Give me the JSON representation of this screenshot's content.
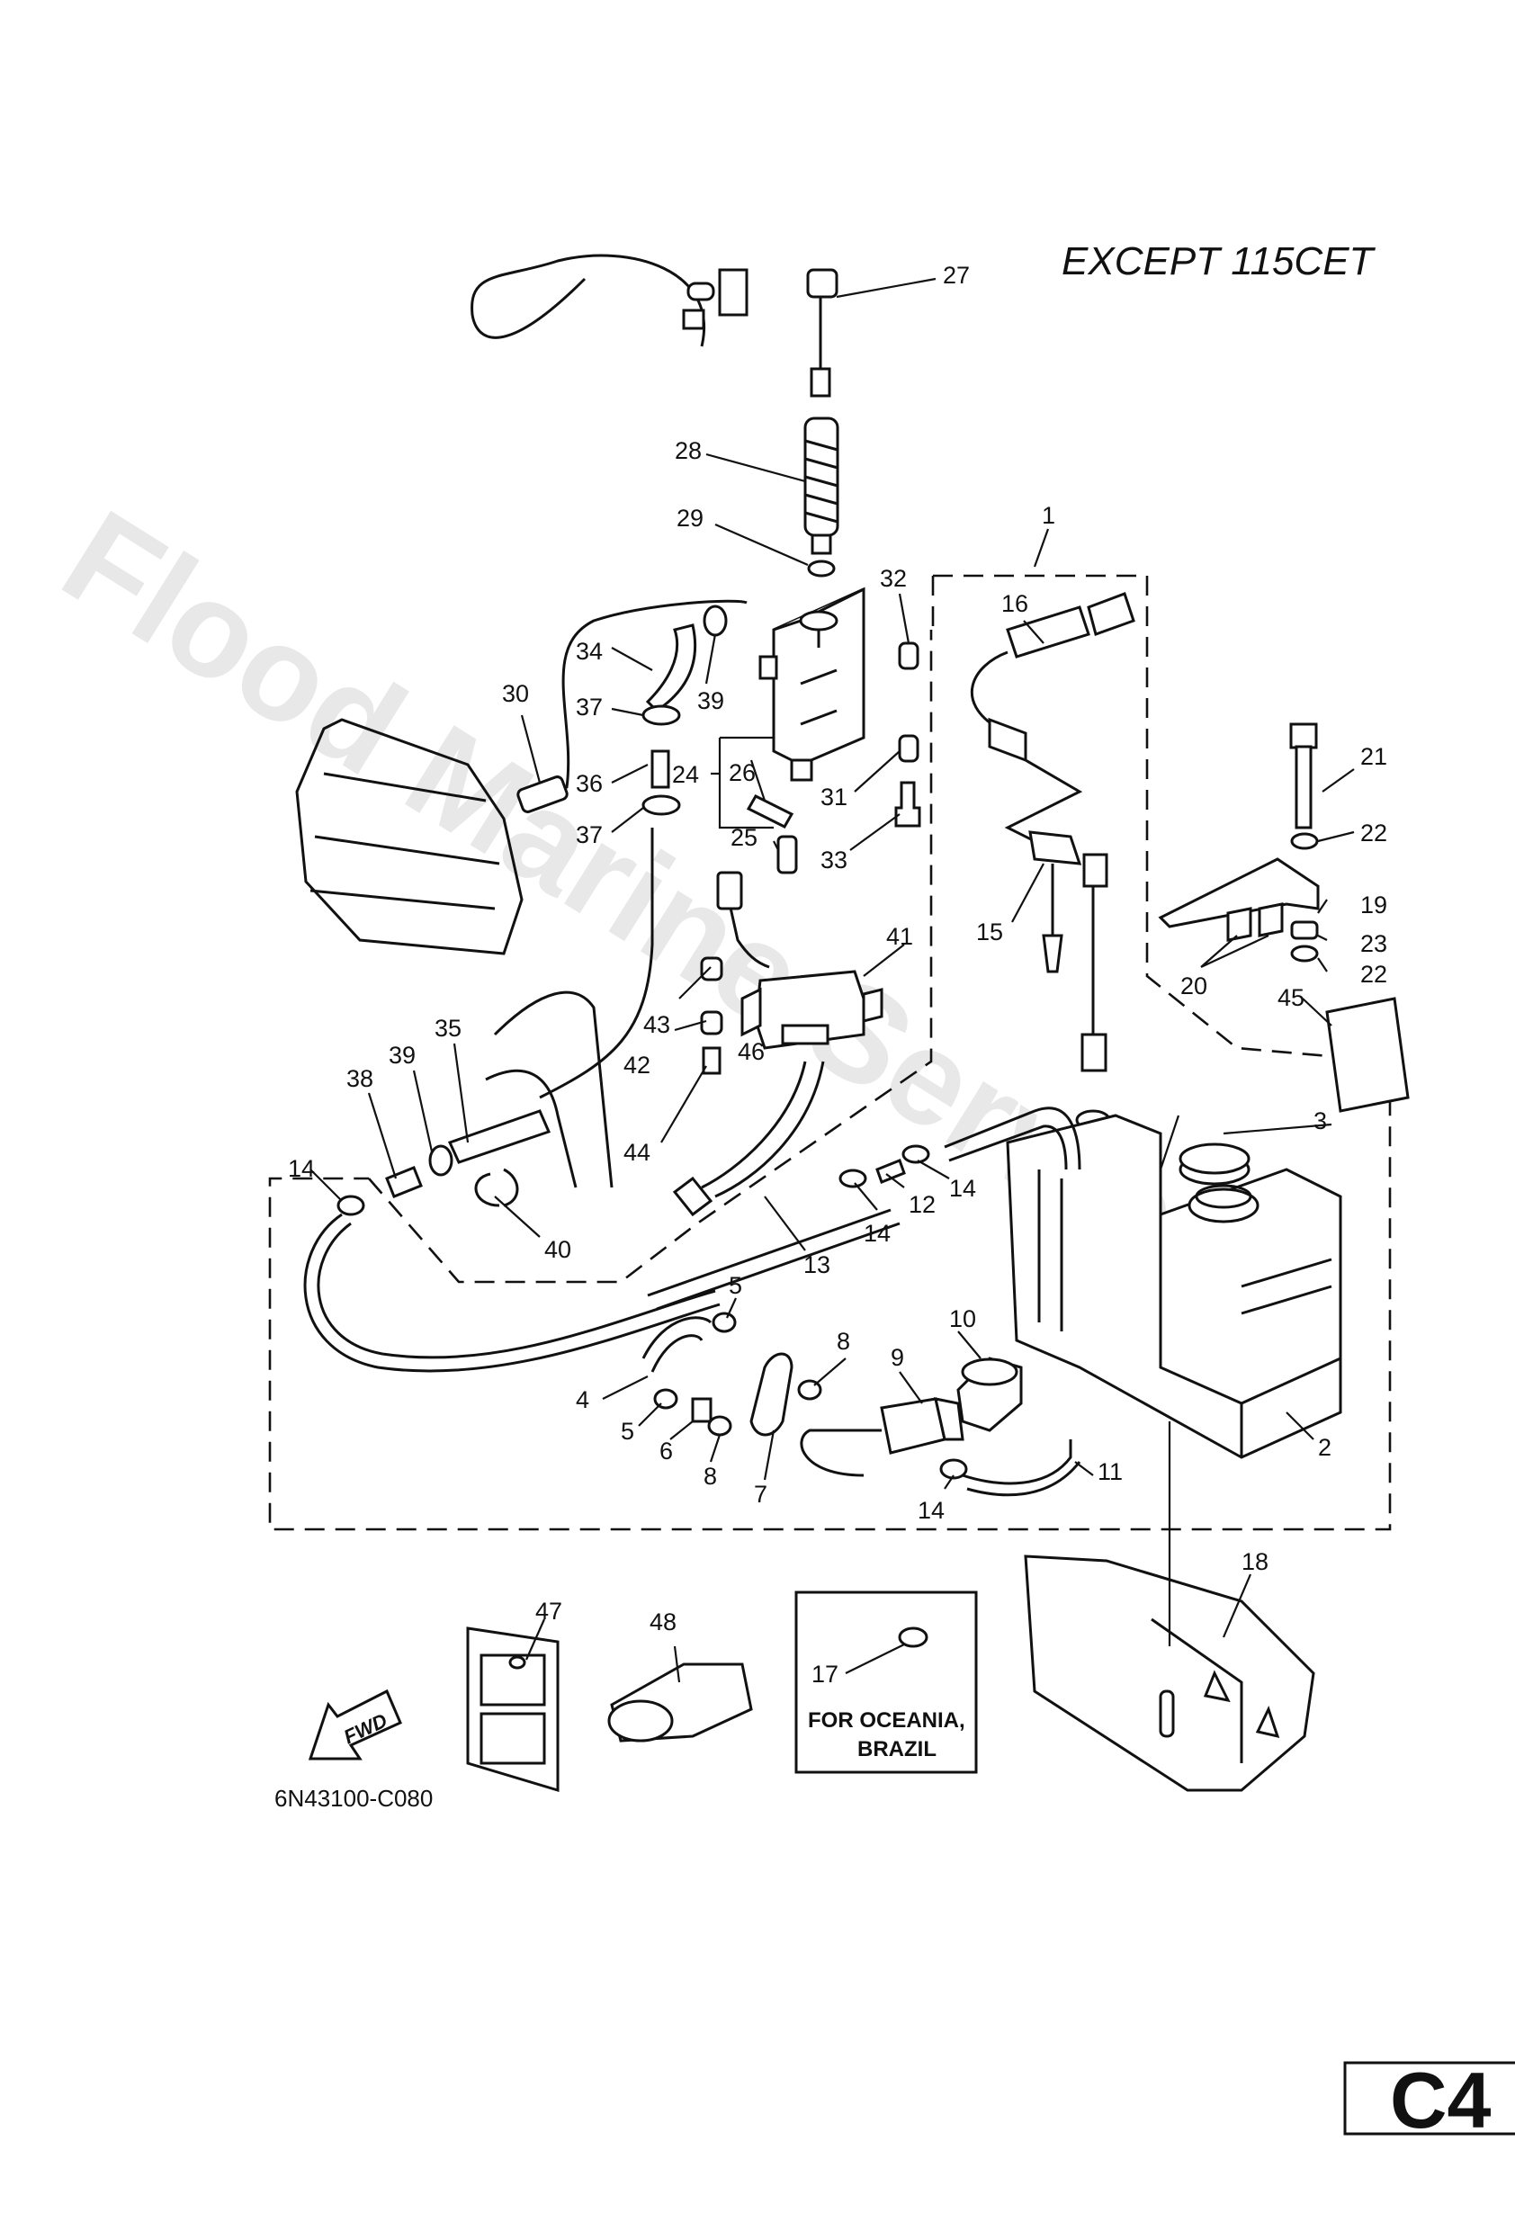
{
  "diagram": {
    "title": "EXCEPT 115CET",
    "watermark": "Flood Marine Services",
    "figure_code": "6N43100-C080",
    "page_code": "C4",
    "note_box": {
      "callout": "17",
      "line1": "FOR OCEANIA,",
      "line2": "BRAZIL"
    },
    "fwd_label": "FWD",
    "callouts": [
      "27",
      "28",
      "29",
      "1",
      "16",
      "32",
      "34",
      "30",
      "39",
      "37",
      "36",
      "24",
      "26",
      "31",
      "25",
      "37",
      "33",
      "21",
      "22",
      "15",
      "19",
      "23",
      "22",
      "20",
      "41",
      "45",
      "43",
      "42",
      "46",
      "44",
      "35",
      "39",
      "38",
      "3",
      "14",
      "12",
      "14",
      "14",
      "13",
      "40",
      "5",
      "10",
      "9",
      "8",
      "4",
      "5",
      "6",
      "8",
      "7",
      "11",
      "14",
      "2",
      "18",
      "47",
      "48"
    ]
  }
}
